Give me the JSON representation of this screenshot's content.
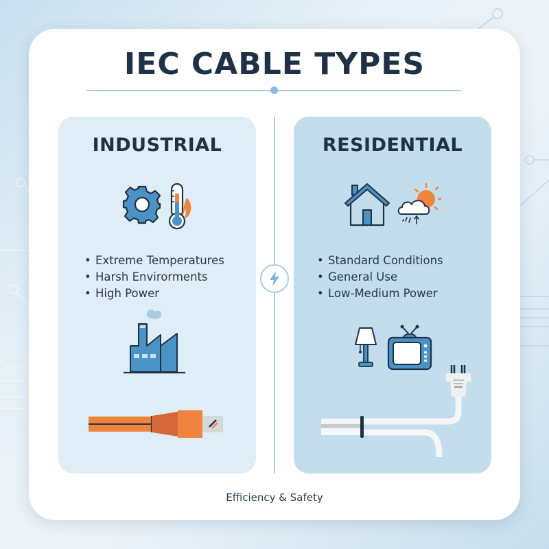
{
  "title": "IEC CABLE TYPES",
  "panels": {
    "industrial": {
      "heading": "INDUSTRIAL",
      "icons": [
        "gear-icon",
        "thermometer-icon",
        "flame-icon",
        "factory-icon",
        "industrial-cable-icon"
      ],
      "bullets": [
        "Extreme Temperatures",
        "Harsh Envirorments",
        "High Power"
      ],
      "background": "#dfedf6"
    },
    "residential": {
      "heading": "RESIDENTIAL",
      "icons": [
        "house-icon",
        "weather-cloud-sun-icon",
        "lamp-icon",
        "tv-icon",
        "power-plug-cable-icon"
      ],
      "bullets": [
        "Standard Conditions",
        "General Use",
        "Low-Medium Power"
      ],
      "background": "#c3ddec"
    }
  },
  "center_icon": "lightning-bolt-icon",
  "footer": "Efficiency & Safety",
  "colors": {
    "title_text": "#1f3147",
    "accent_blue": "#4a93c4",
    "accent_orange": "#f0843c",
    "rule": "#a9cbe3",
    "card": "#ffffff"
  }
}
